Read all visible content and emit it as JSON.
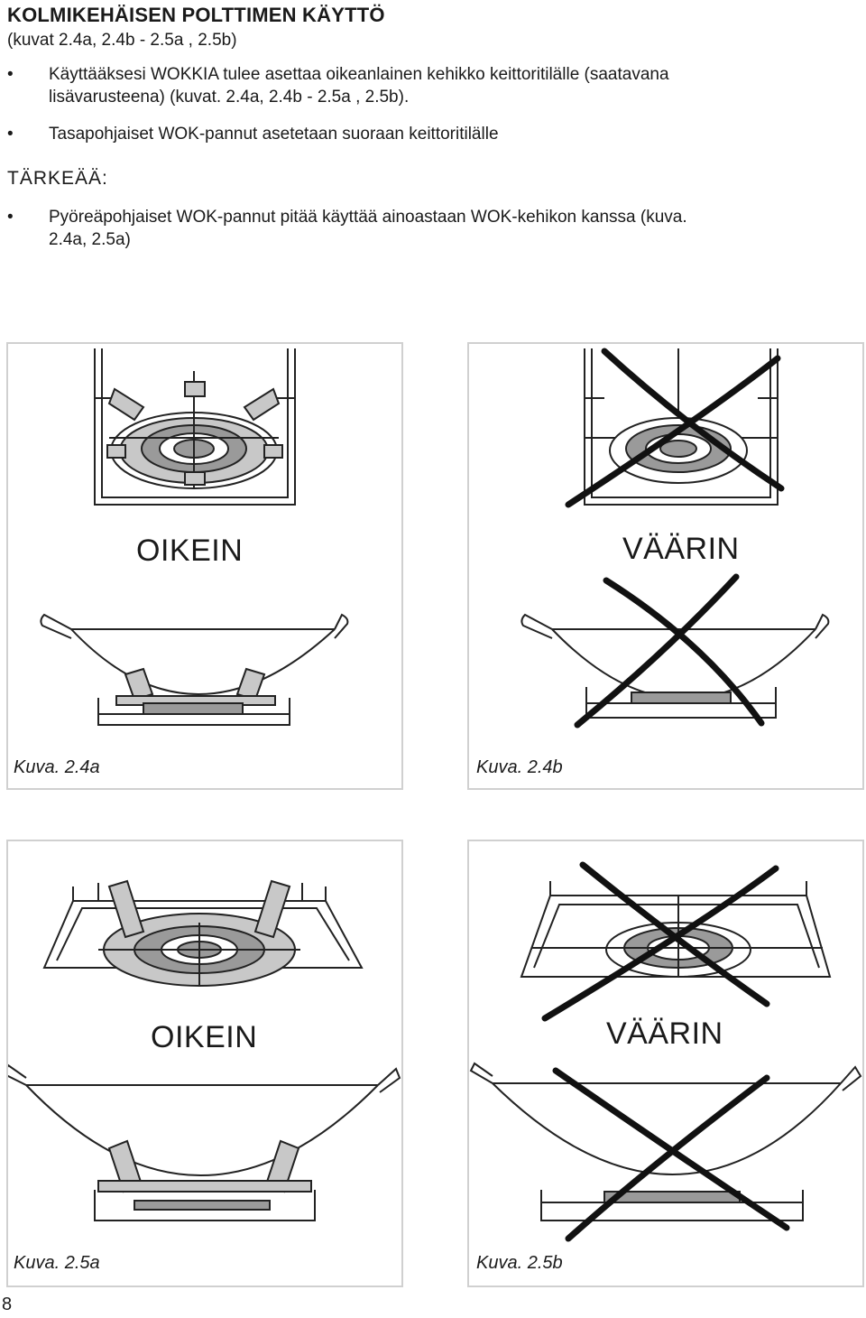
{
  "header": {
    "title": "KOLMIKEHÄISEN POLTTIMEN KÄYTTÖ",
    "subtitle": "(kuvat 2.4a, 2.4b - 2.5a , 2.5b)"
  },
  "bullets": [
    {
      "dot": "•",
      "line1": "Käyttääksesi WOKKIA tulee asettaa oikeanlainen kehikko keittoritilälle (saatavana",
      "line2": "lisävarusteena) (kuvat. 2.4a, 2.4b - 2.5a , 2.5b)."
    },
    {
      "dot": "•",
      "line1": "Tasapohjaiset WOK-pannut asetetaan suoraan keittoritilälle"
    }
  ],
  "important": {
    "heading": "TÄRKEÄÄ:",
    "dot": "•",
    "line1": "Pyöreäpohjaiset WOK-pannut pitää käyttää ainoastaan WOK-kehikon kanssa (kuva.",
    "line2": "2.4a, 2.5a)"
  },
  "figures": [
    {
      "verdict": "OIKEIN",
      "caption": "Kuva. 2.4a",
      "crossed": false
    },
    {
      "verdict": "VÄÄRIN",
      "caption": "Kuva. 2.4b",
      "crossed": true
    },
    {
      "verdict": "OIKEIN",
      "caption": "Kuva. 2.5a",
      "crossed": false
    },
    {
      "verdict": "VÄÄRIN",
      "caption": "Kuva. 2.5b",
      "crossed": true
    }
  ],
  "page_number": "8",
  "colors": {
    "line": "#222222",
    "ring_fill": "#9a9a9a",
    "support_fill": "#c8c8c8",
    "cross": "#111111",
    "panel_border": "#d0d0d0"
  }
}
